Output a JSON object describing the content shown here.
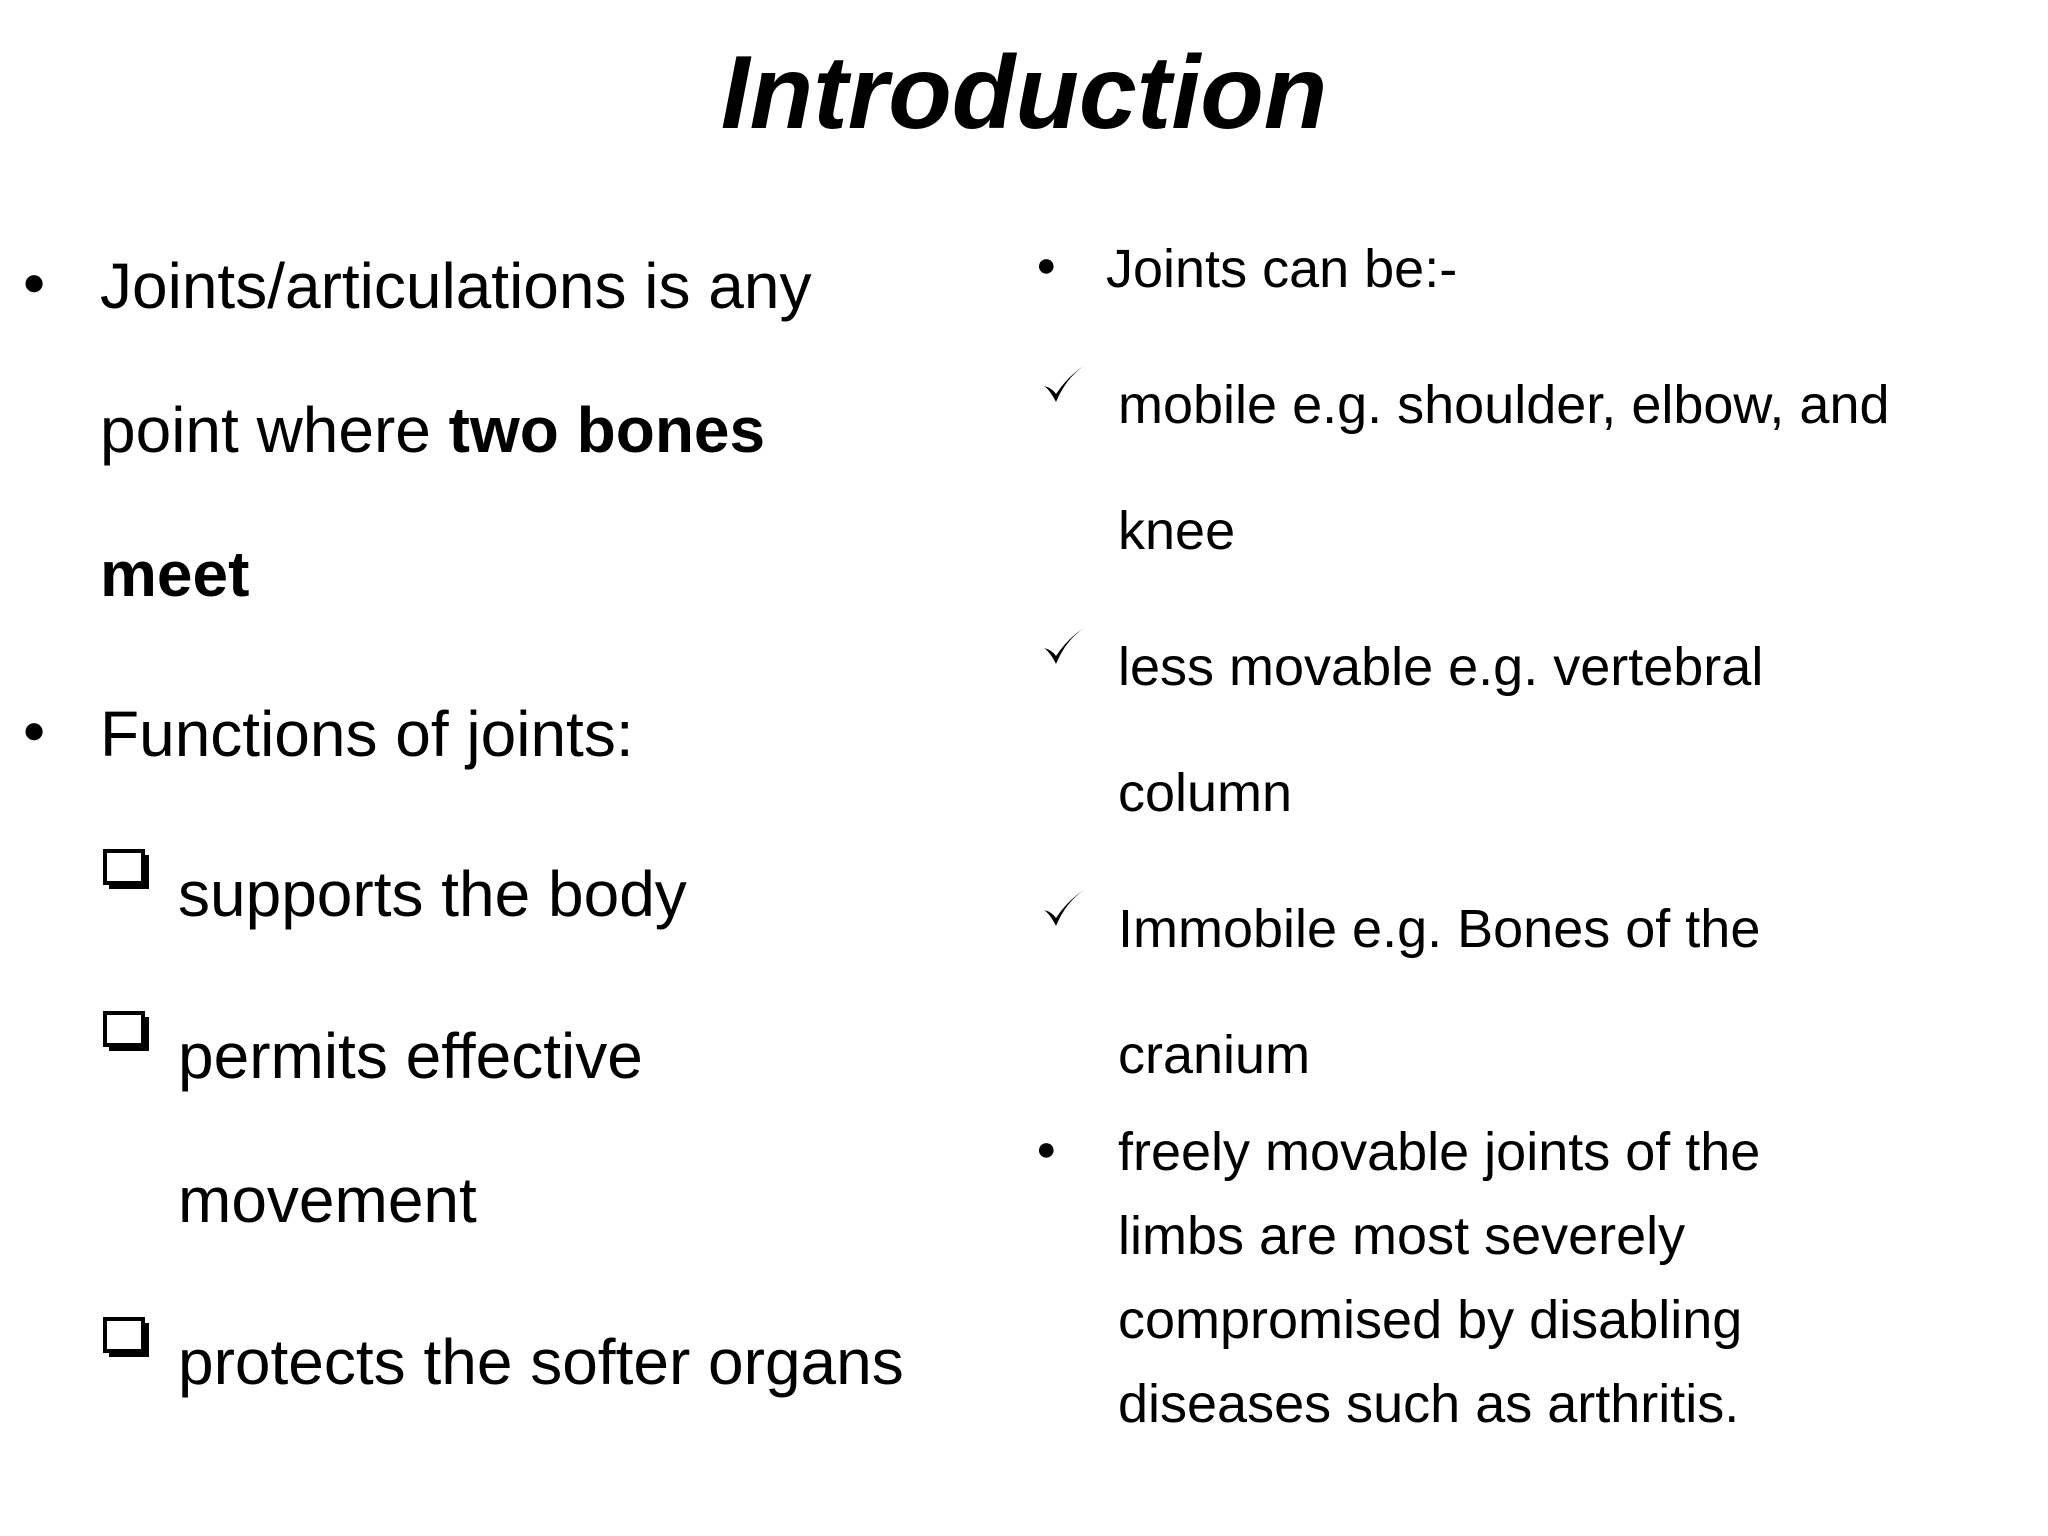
{
  "title": "Introduction",
  "left": {
    "bullet1_line1": "Joints/articulations is any",
    "bullet1_line2_a": "point where ",
    "bullet1_line2_b": "two bones",
    "bullet1_line3": "meet",
    "bullet2": "Functions of joints:",
    "sub1": "supports the body",
    "sub2_line1": "permits effective",
    "sub2_line2": "movement",
    "sub3": "protects the softer organs"
  },
  "right": {
    "bullet1": "Joints can be:-",
    "check1_line1": "mobile e.g. shoulder, elbow, and",
    "check1_line2": "knee",
    "check2_line1": "less movable e.g. vertebral",
    "check2_line2": "column",
    "check3_line1": "Immobile e.g. Bones of the",
    "check3_line2": "cranium",
    "bullet2_line1": "freely movable joints of the",
    "bullet2_line2": "limbs are most severely",
    "bullet2_line3": "compromised by disabling",
    "bullet2_line4": "diseases such as arthritis."
  }
}
